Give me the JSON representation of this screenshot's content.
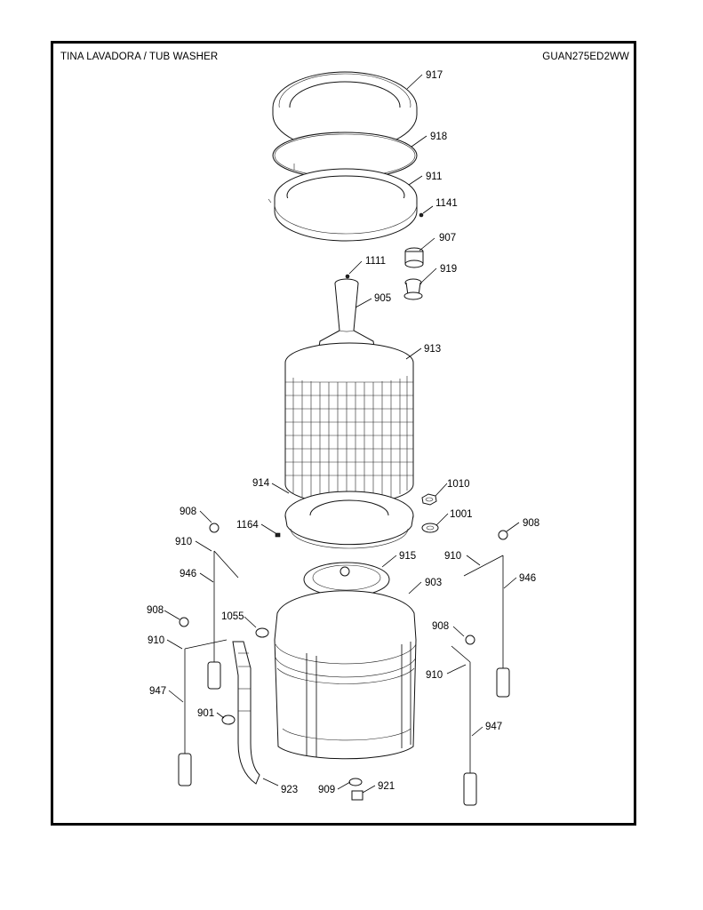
{
  "header": {
    "title": "TINA LAVADORA / TUB WASHER",
    "model": "GUAN275ED2WW"
  },
  "callouts": [
    "917",
    "918",
    "911",
    "1141",
    "907",
    "1111",
    "919",
    "905",
    "913",
    "914",
    "1010",
    "1001",
    "908",
    "1164",
    "910",
    "946",
    "915",
    "903",
    "908",
    "910",
    "946",
    "908",
    "1055",
    "910",
    "908",
    "947",
    "910",
    "901",
    "947",
    "923",
    "909",
    "921"
  ],
  "icons": [
    "tub-cover-ring",
    "gasket-ring",
    "balance-ring",
    "agitator-post",
    "wash-basket",
    "basket-hub",
    "outer-tub",
    "suspension-rod",
    "drain-hose"
  ]
}
